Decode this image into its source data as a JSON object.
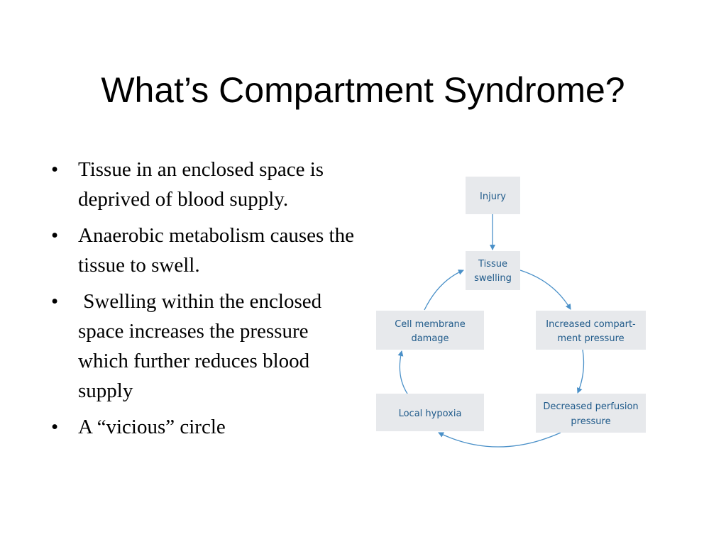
{
  "slide": {
    "title": "What’s Compartment Syndrome?"
  },
  "bullets": [
    {
      "marker": "•",
      "text": "Tissue in an enclosed space is deprived of blood supply."
    },
    {
      "marker": "•",
      "text": "Anaerobic metabolism causes the tissue to swell."
    },
    {
      "marker": "•",
      "text": " Swelling within the enclosed space increases the pressure which further reduces blood supply"
    },
    {
      "marker": "•",
      "text": "A “vicious” circle"
    }
  ],
  "diagram": {
    "nodes": {
      "injury": {
        "line1": "Injury",
        "line2": ""
      },
      "tissue_swelling": {
        "line1": "Tissue",
        "line2": "swelling"
      },
      "increased_pressure": {
        "line1": "Increased compart-",
        "line2": "ment pressure"
      },
      "decreased_perfusion": {
        "line1": "Decreased perfusion",
        "line2": "pressure"
      },
      "local_hypoxia": {
        "line1": "Local hypoxia",
        "line2": ""
      },
      "cell_membrane": {
        "line1": "Cell membrane",
        "line2": "damage"
      }
    },
    "colors": {
      "box_fill": "#e7e9ec",
      "text": "#1f5a8a",
      "arrow": "#4a90c8"
    }
  }
}
